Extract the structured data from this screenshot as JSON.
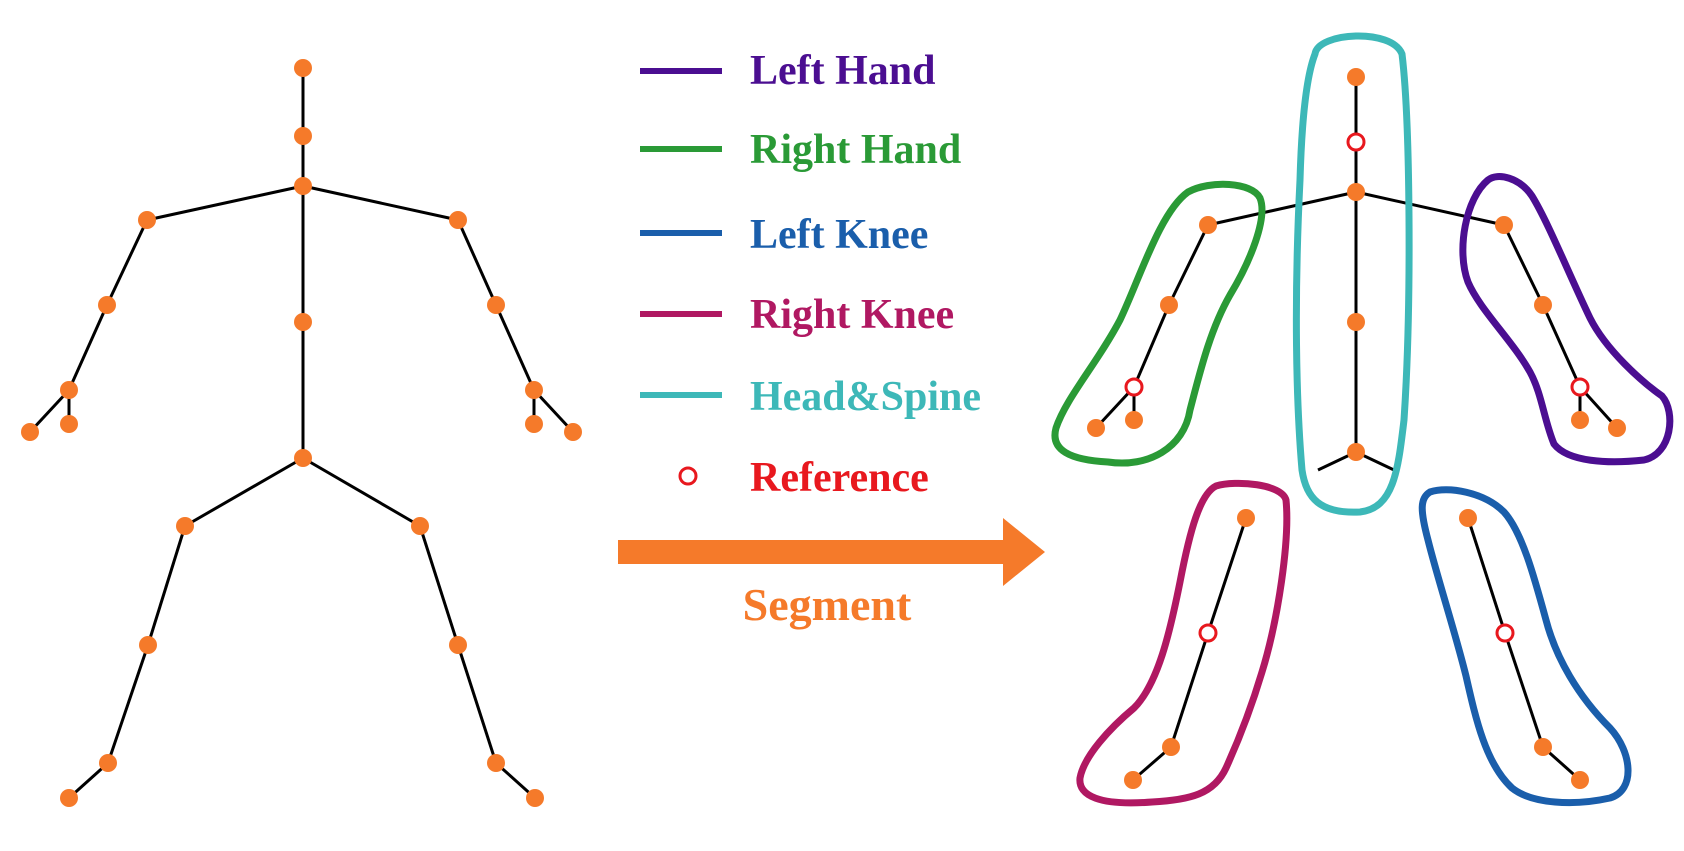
{
  "legend": {
    "items": [
      {
        "key": "left_hand",
        "label": "Left Hand",
        "color": "#4B0E91",
        "marker": "line"
      },
      {
        "key": "right_hand",
        "label": "Right Hand",
        "color": "#2A9A36",
        "marker": "line"
      },
      {
        "key": "left_knee",
        "label": "Left Knee",
        "color": "#1A5EAB",
        "marker": "line"
      },
      {
        "key": "right_knee",
        "label": "Right Knee",
        "color": "#B01862",
        "marker": "line"
      },
      {
        "key": "head_spine",
        "label": "Head&Spine",
        "color": "#3DB8B8",
        "marker": "line"
      },
      {
        "key": "reference",
        "label": "Reference",
        "color": "#E8181E",
        "marker": "hollow-circle"
      }
    ]
  },
  "arrow": {
    "label": "Segment",
    "color": "#F57A2A"
  },
  "colors": {
    "joint": "#F57A2A",
    "bone": "#000000",
    "reference": "#E8181E"
  }
}
